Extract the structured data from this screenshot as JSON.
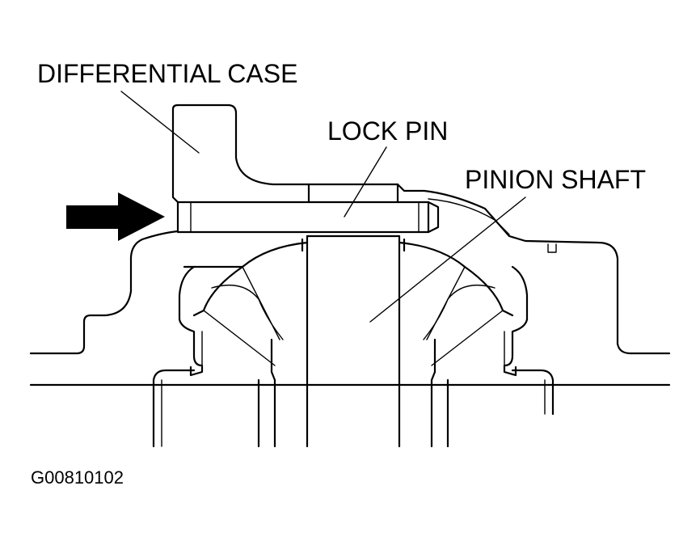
{
  "labels": {
    "differential_case": "DIFFERENTIAL CASE",
    "lock_pin": "LOCK PIN",
    "pinion_shaft": "PINION SHAFT"
  },
  "figure_code": "G00810102",
  "colors": {
    "ink": "#000000",
    "paper": "#ffffff"
  },
  "icons": {
    "arrow": "right-arrow-icon"
  }
}
